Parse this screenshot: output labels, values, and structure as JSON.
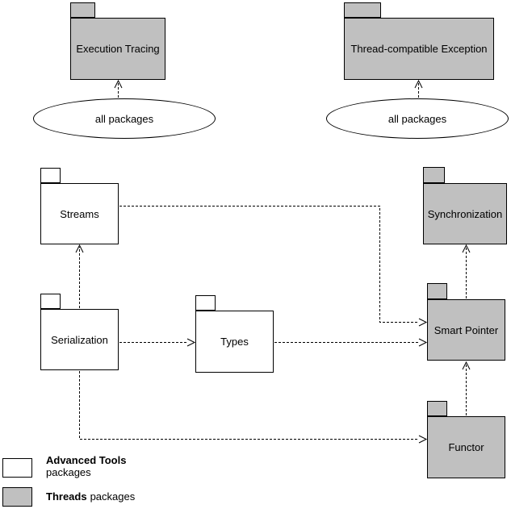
{
  "packages": [
    {
      "label": "Execution Tracing",
      "category": "Threads"
    },
    {
      "label": "Thread-compatible Exception",
      "category": "Threads"
    },
    {
      "label": "Streams",
      "category": "Advanced Tools"
    },
    {
      "label": "Serialization",
      "category": "Advanced Tools"
    },
    {
      "label": "Types",
      "category": "Advanced Tools"
    },
    {
      "label": "Synchronization",
      "category": "Threads"
    },
    {
      "label": "Smart Pointer",
      "category": "Threads"
    },
    {
      "label": "Functor",
      "category": "Threads"
    }
  ],
  "notes": [
    {
      "label": "all packages"
    },
    {
      "label": "all packages"
    }
  ],
  "legend": {
    "advanced_tools": {
      "name": "Advanced Tools",
      "suffix": "packages"
    },
    "threads": {
      "name": "Threads",
      "suffix": "packages"
    }
  },
  "colors": {
    "threads_fill": "#c0c0c0",
    "advanced_tools_fill": "#ffffff",
    "line": "#000000"
  },
  "dependencies": [
    {
      "from": "all packages (left note)",
      "to": "Execution Tracing"
    },
    {
      "from": "all packages (right note)",
      "to": "Thread-compatible Exception"
    },
    {
      "from": "Serialization",
      "to": "Streams"
    },
    {
      "from": "Serialization",
      "to": "Types"
    },
    {
      "from": "Serialization",
      "to": "Functor"
    },
    {
      "from": "Streams",
      "to": "Smart Pointer"
    },
    {
      "from": "Types",
      "to": "Smart Pointer"
    },
    {
      "from": "Smart Pointer",
      "to": "Synchronization"
    },
    {
      "from": "Functor",
      "to": "Smart Pointer"
    }
  ]
}
